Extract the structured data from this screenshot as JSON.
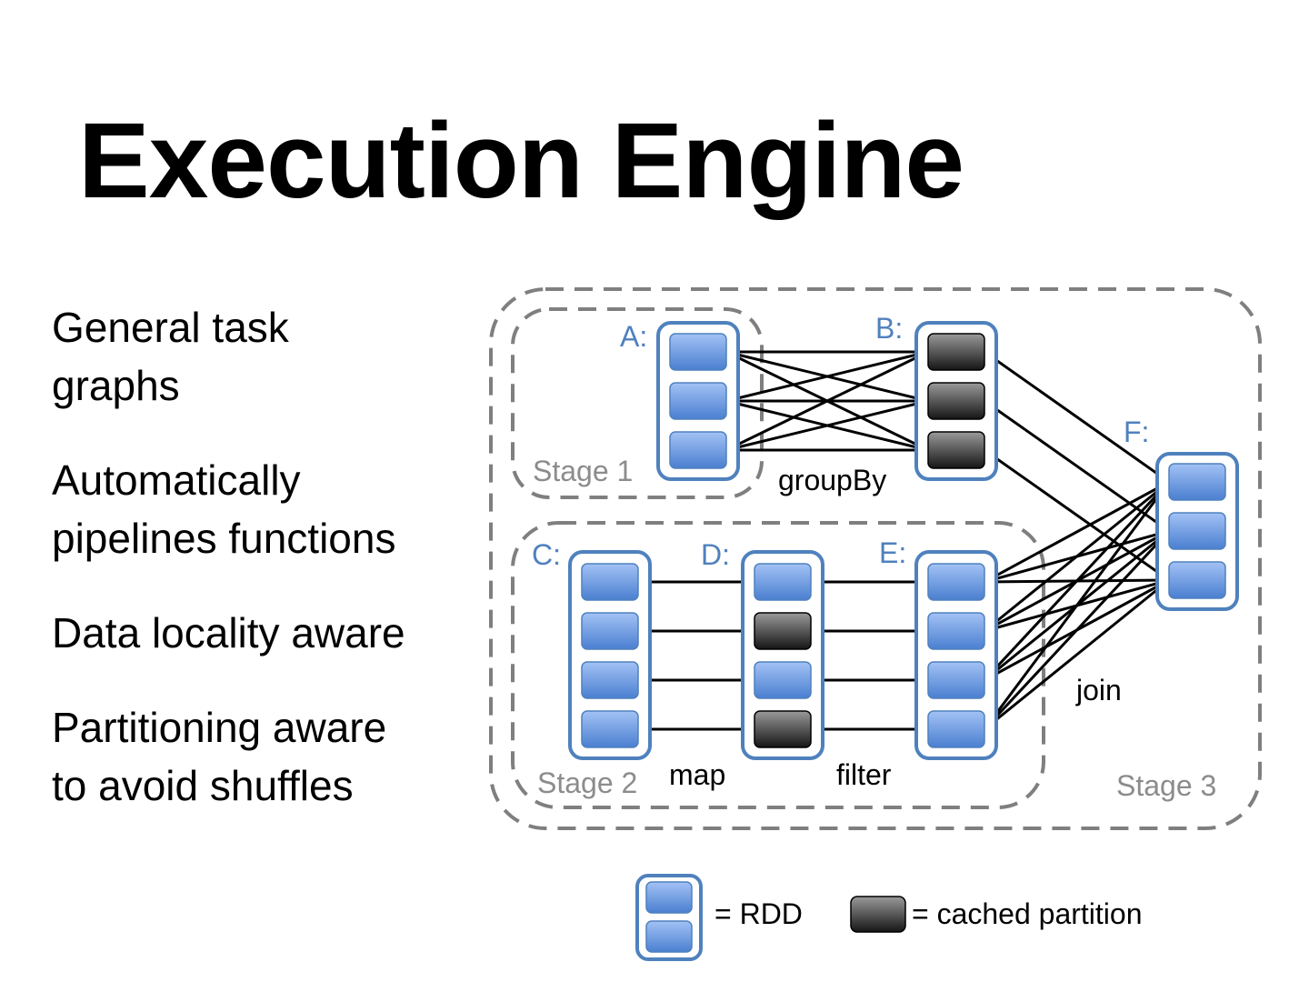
{
  "slide": {
    "title": "Execution Engine",
    "bullets": [
      "General task\ngraphs",
      "Automatically\npipelines functions",
      "Data locality aware",
      "Partitioning aware\nto avoid shuffles"
    ]
  },
  "diagram": {
    "colors": {
      "rdd_border": "#4f81bd",
      "partition_fill_top": "#a3c2f5",
      "partition_fill_bottom": "#4a7fd0",
      "cached_fill_top": "#9a9a9a",
      "cached_fill_bottom": "#151515",
      "stage_border": "#7f7f7f",
      "edge": "#000000"
    },
    "stages": [
      {
        "id": "stage1",
        "label": "Stage 1"
      },
      {
        "id": "stage2",
        "label": "Stage 2"
      },
      {
        "id": "stage3",
        "label": "Stage 3"
      }
    ],
    "rdds": [
      {
        "id": "A",
        "label": "A:",
        "partitions": [
          "rdd",
          "rdd",
          "rdd"
        ]
      },
      {
        "id": "B",
        "label": "B:",
        "partitions": [
          "cached",
          "cached",
          "cached"
        ]
      },
      {
        "id": "C",
        "label": "C:",
        "partitions": [
          "rdd",
          "rdd",
          "rdd",
          "rdd"
        ]
      },
      {
        "id": "D",
        "label": "D:",
        "partitions": [
          "rdd",
          "cached",
          "rdd",
          "cached"
        ]
      },
      {
        "id": "E",
        "label": "E:",
        "partitions": [
          "rdd",
          "rdd",
          "rdd",
          "rdd"
        ]
      },
      {
        "id": "F",
        "label": "F:",
        "partitions": [
          "rdd",
          "rdd",
          "rdd"
        ]
      }
    ],
    "operations": [
      {
        "name": "groupBy",
        "from": "A",
        "to": "B",
        "type": "all-to-all"
      },
      {
        "name": "map",
        "from": "C",
        "to": "D",
        "type": "one-to-one"
      },
      {
        "name": "filter",
        "from": "D",
        "to": "E",
        "type": "one-to-one"
      },
      {
        "name": "join",
        "from": "B",
        "to": "F",
        "type": "one-to-one"
      },
      {
        "name": "join",
        "from": "E",
        "to": "F",
        "type": "all-to-all"
      }
    ],
    "op_labels": {
      "groupBy": "groupBy",
      "map": "map",
      "filter": "filter",
      "join": "join"
    }
  },
  "legend": {
    "rdd_label": "= RDD",
    "cached_label": "= cached partition"
  }
}
